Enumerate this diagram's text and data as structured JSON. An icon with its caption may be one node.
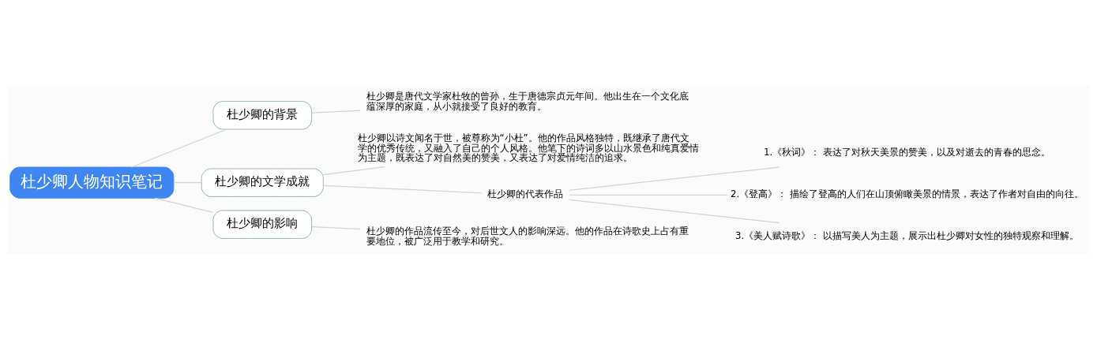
{
  "diagram": {
    "nodes": [
      {
        "text": [
          "杜少卿人物知识笔记"
        ]
      },
      {
        "text": [
          "杜少卿的背景"
        ]
      },
      {
        "text": [
          "杜少卿是唐代文学家杜牧的曾孙，生于唐德宗贞元年间。他出生在一个文化底蕴深厚的家庭，从小就接受了良好的教育。"
        ]
      },
      {
        "text": [
          "杜少卿的文学成就"
        ]
      },
      {
        "text": [
          "杜少卿以诗文闻名于世，被尊称为“小杜”。他的作品风格独特，既继承了唐代文学的优秀传统，又融入了自己的个人风格。他笔下的诗词多以山水景色和纯真爱情为主题，既表达了对自然美的赞美，又表达了对爱情纯洁的追求。"
        ]
      },
      {
        "text": [
          "杜少卿的代表作品"
        ]
      },
      {
        "text": [
          "1.《秋词》： 表达了对秋天美景的赞美，以及对逝去的青春的思念。"
        ]
      },
      {
        "text": [
          "2.《登高》： 描绘了登高的人们在山顶俯瞰美景的情景，表达了作者对自由的向往。"
        ]
      },
      {
        "text": [
          "3.《美人赋诗歌》： 以描写美人为主题，展示出杜少卿对女性的独特观察和理解。"
        ]
      },
      {
        "text": [
          "杜少卿的影响"
        ]
      },
      {
        "text": [
          "杜少卿的作品流传至今，对后世文人的影响深远。他的作品在诗歌史上占有重要地位，被广泛用于教学和研究。"
        ]
      }
    ],
    "edges": [
      {
        "from": 0,
        "to": 1,
        "arrow": "none"
      },
      {
        "from": 1,
        "to": 2,
        "arrow": "none"
      },
      {
        "from": 0,
        "to": 3,
        "arrow": "none"
      },
      {
        "from": 3,
        "to": 4,
        "arrow": "none"
      },
      {
        "from": 3,
        "to": 5,
        "arrow": "none"
      },
      {
        "from": 5,
        "to": 6,
        "arrow": "none"
      },
      {
        "from": 5,
        "to": 7,
        "arrow": "none"
      },
      {
        "from": 5,
        "to": 8,
        "arrow": "none"
      },
      {
        "from": 0,
        "to": 9,
        "arrow": "none"
      },
      {
        "from": 9,
        "to": 10,
        "arrow": "none"
      }
    ]
  }
}
